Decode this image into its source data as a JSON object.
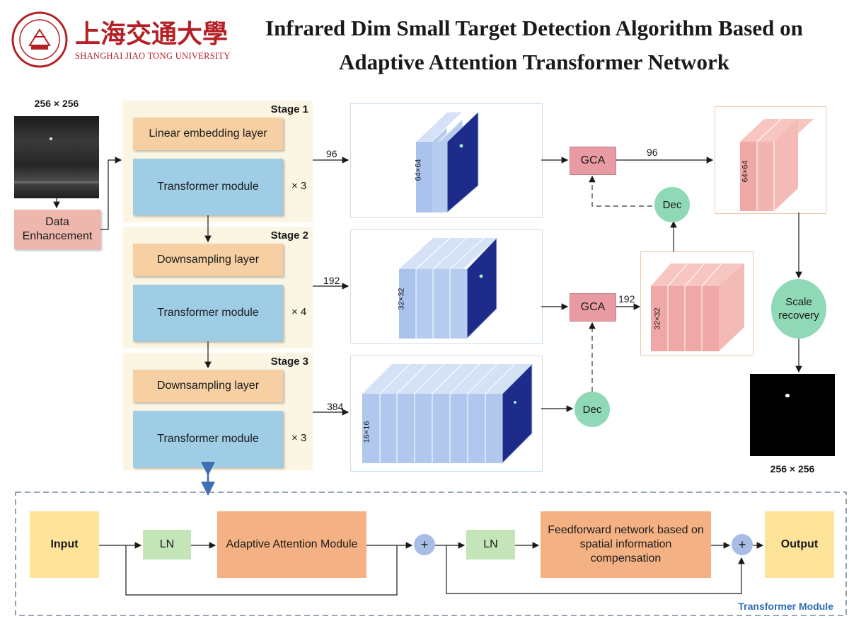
{
  "header": {
    "logo_text": "SHANGHAI JIAO TONG UNIVERSITY",
    "logo_chinese": "上海交通大學",
    "title_line1": "Infrared Dim Small Target Detection Algorithm Based on",
    "title_line2": "Adaptive Attention Transformer Network"
  },
  "input_image": {
    "size_label": "256 × 256"
  },
  "data_enhancement": "Data Enhancement",
  "stages": [
    {
      "label": "Stage 1",
      "layer": "Linear embedding layer",
      "module": "Transformer module",
      "repeat": "× 3",
      "channels": "96",
      "feature_size": "64×64"
    },
    {
      "label": "Stage 2",
      "layer": "Downsampling layer",
      "module": "Transformer module",
      "repeat": "× 4",
      "channels": "192",
      "feature_size": "32×32"
    },
    {
      "label": "Stage 3",
      "layer": "Downsampling layer",
      "module": "Transformer module",
      "repeat": "× 3",
      "channels": "384",
      "feature_size": "16×16"
    }
  ],
  "decoder": {
    "gca1": "GCA",
    "gca2": "GCA",
    "gca1_out": "96",
    "gca2_out": "192",
    "dec1": "Dec",
    "dec2": "Dec",
    "pink1_size": "64×64",
    "pink2_size": "32×32",
    "scale_recovery": "Scale recovery",
    "output_size_label": "256 × 256"
  },
  "transformer_module": {
    "title": "Transformer Module",
    "input": "Input",
    "ln1": "LN",
    "attention": "Adaptive Attention Module",
    "ln2": "LN",
    "ffn": "Feedforward network based on spatial information compensation",
    "output": "Output",
    "plus": "+"
  },
  "colors": {
    "stage_bg": "#fbf5e3",
    "layer_box": "#f6d0a2",
    "module_box": "#9fcde6",
    "gca": "#e99ba4",
    "dec": "#8fd9b6",
    "plus": "#a7bde6",
    "io_box": "#fde49a",
    "attention_box": "#f4b183",
    "ln_box": "#c4e5b8",
    "module_title": "#2e6db4"
  }
}
